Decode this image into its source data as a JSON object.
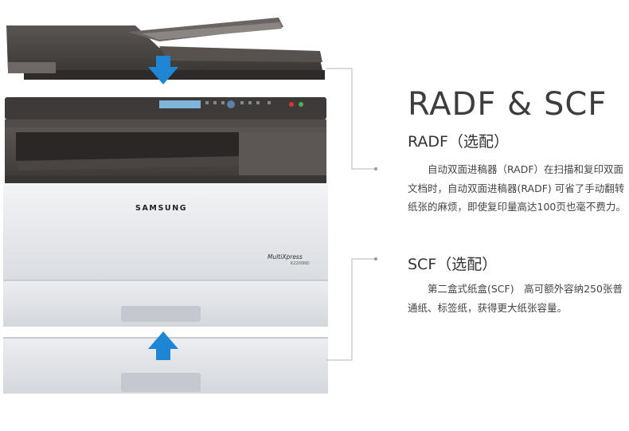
{
  "heading": {
    "title": "RADF & SCF"
  },
  "radf": {
    "heading": "RADF（选配）",
    "description": "自动双面进稿器（RADF）在扫描和复印双面文档时，自动双面进稿器(RADF) 可省了手动翻转纸张的麻烦，即使复印量高达100页也毫不费力。"
  },
  "scf": {
    "heading": "SCF（选配）",
    "description": "第二盒式纸盒(SCF)　高可额外容纳250张普通纸、标签纸，获得更大纸张容量。"
  },
  "printer": {
    "brand": "SAMSUNG",
    "model_name": "MultiXpress",
    "model_number": "K2200ND"
  },
  "colors": {
    "arrow": "#1f86d6",
    "device_dark": "#4a4644",
    "device_light": "#e6e8ec",
    "leader_line": "#b5b5b5"
  }
}
